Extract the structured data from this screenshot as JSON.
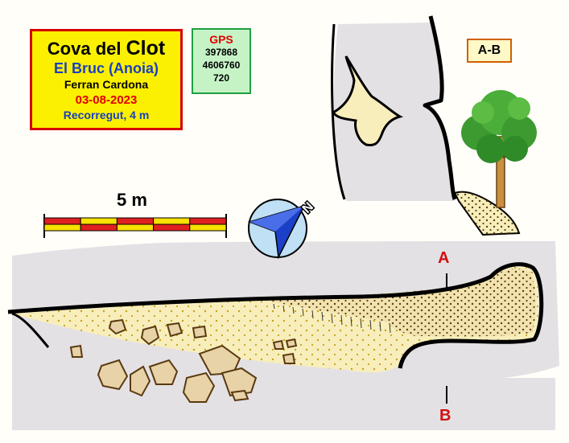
{
  "title": {
    "cave_prefix": "Cova del",
    "cave_name": "Clot",
    "location": "El Bruc (Anoia)",
    "author": "Ferran Cardona",
    "date": "03-08-2023",
    "distance": "Recorregut, 4 m"
  },
  "gps": {
    "label": "GPS",
    "x": "397868",
    "y": "4606760",
    "z": "720"
  },
  "section_label": "A-B",
  "scale_label": "5 m",
  "north_label": "N",
  "section_marks": {
    "a": "A",
    "b": "B"
  },
  "colors": {
    "title_bg": "#fbf000",
    "title_border": "#d50000",
    "gps_bg": "#c6f3c6",
    "gps_border": "#20a040",
    "rock": "#e4e1e5",
    "floor": "#f7eebb",
    "sediment_dots": "#c8a020",
    "compass_fill": "#bfe0f5",
    "compass_arrow": "#1c3fc8",
    "scale_red": "#e02020",
    "scale_yellow": "#f8e000",
    "mark_red": "#d01010"
  }
}
